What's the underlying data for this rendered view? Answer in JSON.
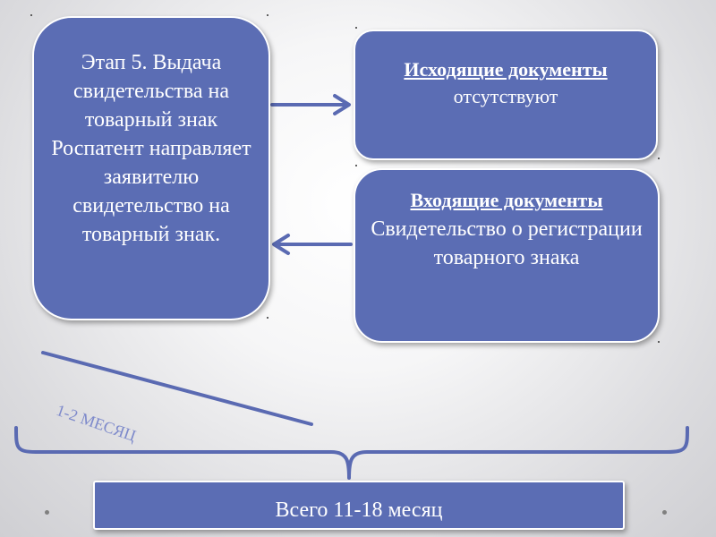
{
  "stage": {
    "text": "Этап 5. Выдача свидетельства на товарный знак Роспатент направляет заявителю свидетельство на товарный знак."
  },
  "outgoing": {
    "title": "Исходящие документы",
    "body": "отсутствуют"
  },
  "incoming": {
    "title": "Входящие документы",
    "body": "Свидетельство о регистрации товарного знака"
  },
  "duration_label": "1-2 МЕСЯЦ",
  "total": "Всего 11-18 месяц",
  "colors": {
    "box_fill": "#5b6db4",
    "connector": "#5a6ab2",
    "duration_text": "#7e8acb"
  }
}
